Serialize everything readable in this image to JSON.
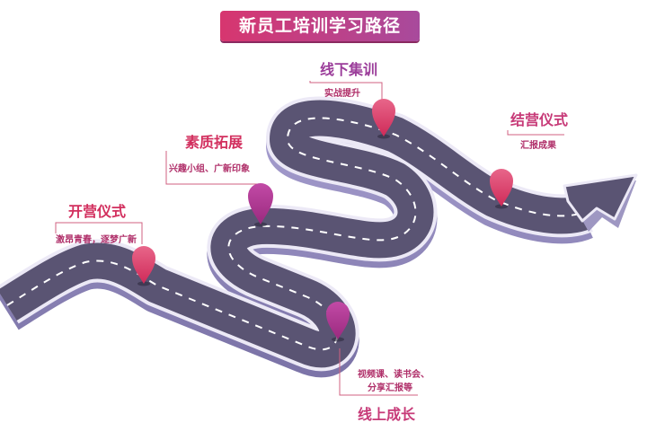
{
  "title": "新员工培训学习路径",
  "stages": [
    {
      "title": "开营仪式",
      "desc": [
        "激昂青春，逐梦广新"
      ]
    },
    {
      "title": "素质拓展",
      "desc": [
        "兴趣小组、广新印象"
      ]
    },
    {
      "title": "线下集训",
      "desc": [
        "实战提升"
      ]
    },
    {
      "title": "线上成长",
      "desc": [
        "视频课、读书会、",
        "分享汇报等"
      ]
    },
    {
      "title": "结营仪式",
      "desc": [
        "汇报成果"
      ]
    }
  ],
  "colors": {
    "road": "#5a5473",
    "road_edge": "#e6e3f2",
    "road_side": "#9e97c2",
    "pin_red": "#dc3f6a",
    "pin_purple": "#b2338f",
    "banner_start": "#d7366f",
    "banner_end": "#a84a9c"
  }
}
